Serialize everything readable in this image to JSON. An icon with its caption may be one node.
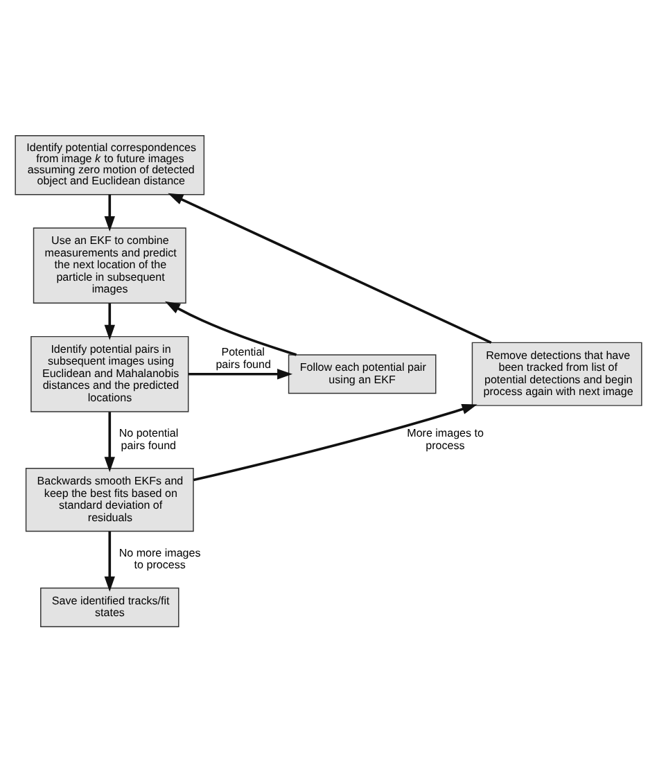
{
  "diagram": {
    "nodes": [
      {
        "text": [
          "Identify potential correspondences from image *k* to future images assuming zero motion of detected object and Euclidean distance"
        ]
      },
      {
        "text": [
          "Use an EKF to combine measurements and predict the next location of the particle in subsequent images"
        ]
      },
      {
        "text": [
          "Follow each potential pair using an EKF"
        ]
      },
      {
        "text": [
          "Identify potential pairs in subsequent images using Euclidean and Mahalanobis distances and the predicted locations"
        ]
      },
      {
        "text": [
          "Backwards smooth EKFs and keep the best fits based on standard deviation of residuals"
        ]
      },
      {
        "text": [
          "Remove detections that have been tracked from list of potential detections and begin process again with next image"
        ]
      },
      {
        "text": [
          "Save identified tracks/fit states"
        ]
      }
    ],
    "edges": [
      {
        "from": 0,
        "to": 1,
        "arrow": "to"
      },
      {
        "from": 1,
        "to": 3,
        "arrow": "to"
      },
      {
        "from": 3,
        "to": 2,
        "arrow": "to",
        "label": "Potential pairs found"
      },
      {
        "from": 2,
        "to": 1,
        "arrow": "to"
      },
      {
        "from": 3,
        "to": 4,
        "arrow": "to",
        "label": "No potential pairs found"
      },
      {
        "from": 4,
        "to": 5,
        "arrow": "to",
        "label": "More images to process"
      },
      {
        "from": 5,
        "to": 0,
        "arrow": "to"
      },
      {
        "from": 4,
        "to": 6,
        "arrow": "to",
        "label": "No more images to process"
      }
    ]
  }
}
